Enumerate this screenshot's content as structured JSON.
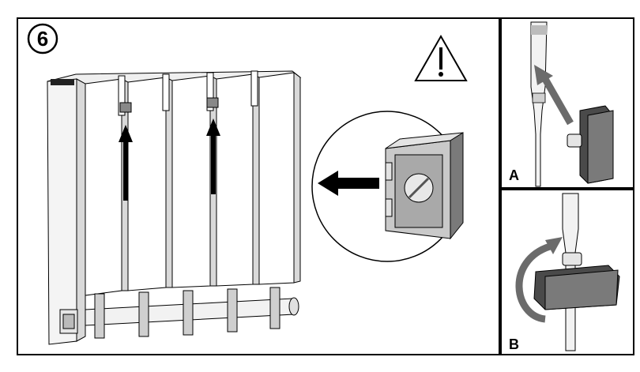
{
  "step": {
    "number": "6"
  },
  "panels": {
    "a": {
      "label": "A"
    },
    "b": {
      "label": "B"
    }
  },
  "icons": {
    "warning": "warning-triangle-icon",
    "step_badge": "step-number-circle"
  },
  "colors": {
    "line": "#000000",
    "arrow": "#000000",
    "grey_arrow": "#6b6b6b",
    "clip_light": "#c9c9c9",
    "clip_dark": "#555555",
    "radiator_shade": "#d9d9d9",
    "background": "#ffffff"
  }
}
